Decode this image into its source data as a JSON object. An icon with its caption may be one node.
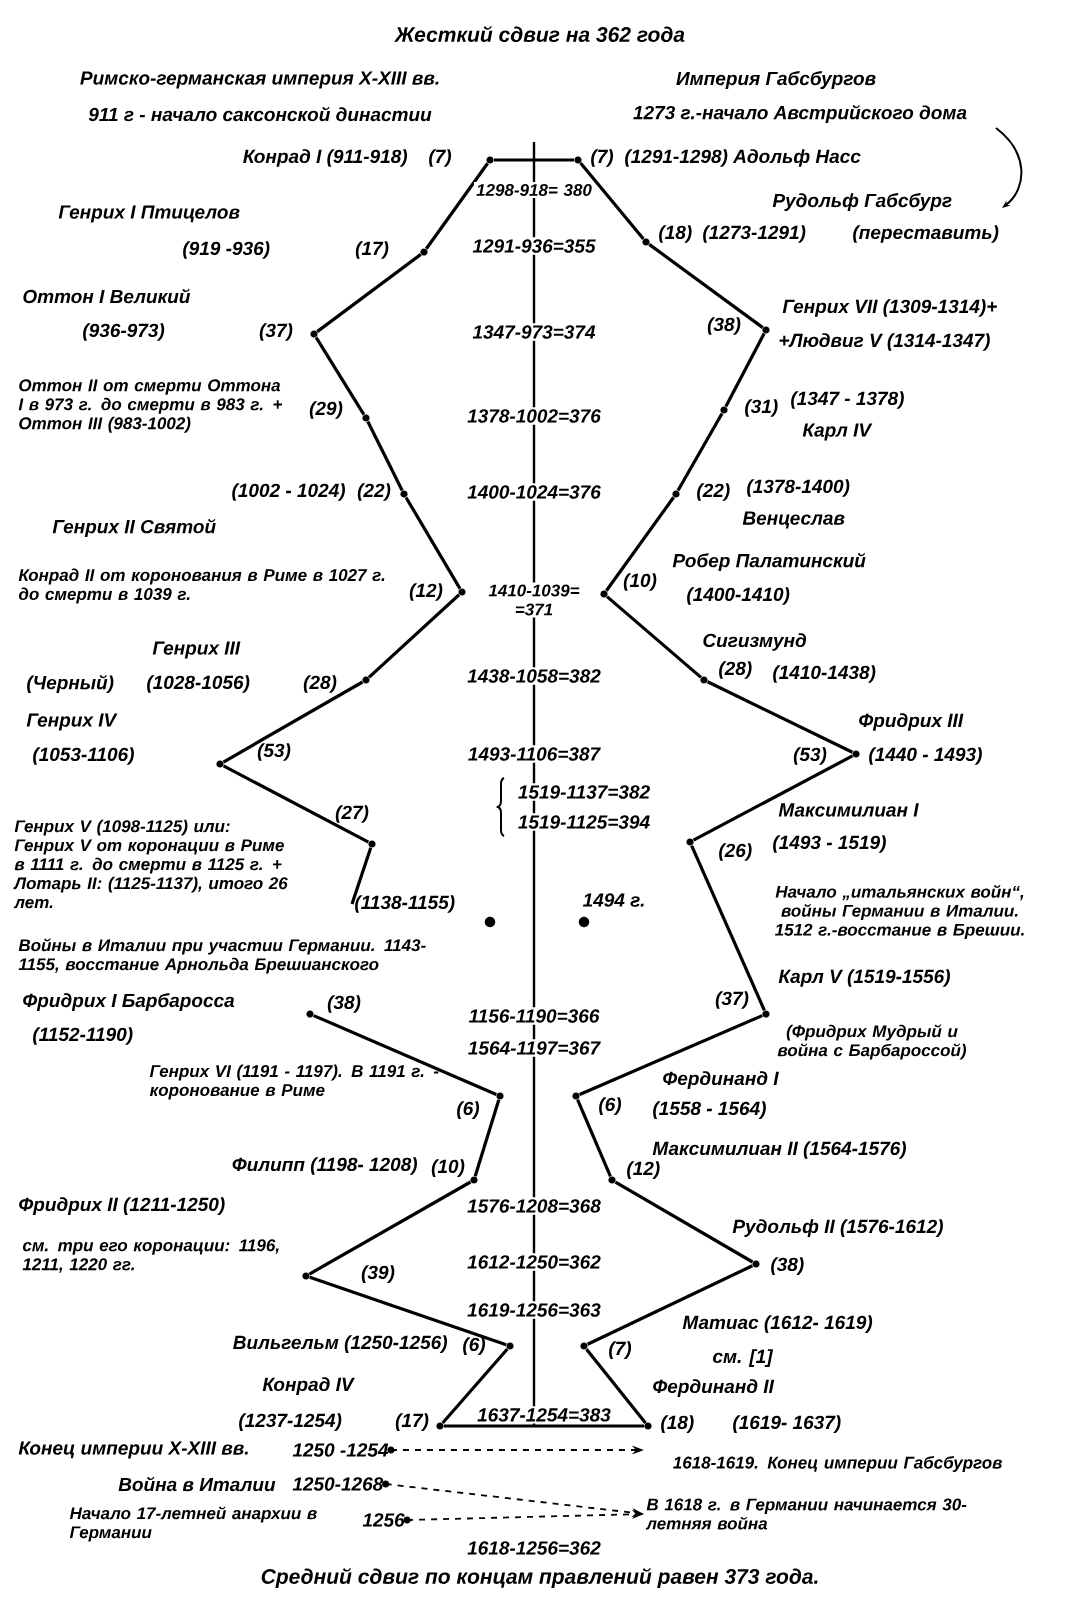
{
  "diagram": {
    "title": "Жесткий сдвиг на 362 года",
    "caption": "Средний сдвиг по концам правлений равен 373 года.",
    "nodes": [
      {
        "text": [],
        "shape": "circle",
        "beside": [
          "Конрад I (911-918)",
          "(7)"
        ]
      },
      {
        "text": [],
        "shape": "circle",
        "beside": [
          "Генрих I Птицелов",
          "(919 -936)",
          "(17)"
        ]
      },
      {
        "text": [],
        "shape": "circle",
        "beside": [
          "Оттон I Великий",
          "(936-973)",
          "(37)"
        ]
      },
      {
        "text": [],
        "shape": "circle",
        "beside": [
          "Оттон II от смерти Оттона I в 973 г. до смерти в 983 г. + Оттон III (983-1002)",
          "(29)"
        ]
      },
      {
        "text": [],
        "shape": "circle",
        "beside": [
          "(1002 - 1024)",
          "(22)",
          "Генрих II Святой"
        ]
      },
      {
        "text": [],
        "shape": "circle",
        "beside": [
          "Конрад II от коронования в Риме в 1027 г. до смерти в 1039 г.",
          "(12)"
        ]
      },
      {
        "text": [],
        "shape": "circle",
        "beside": [
          "Генрих III",
          "(Черный)",
          "(1028-1056)",
          "(28)"
        ]
      },
      {
        "text": [],
        "shape": "circle",
        "beside": [
          "Генрих IV",
          "(1053-1106)",
          "(53)"
        ]
      },
      {
        "text": [],
        "shape": "circle",
        "beside": [
          "Генрих V (1098-1125) или: Генрих V от коронации в Риме в 1111 г. до смерти в 1125 г. + Лотарь II: (1125-1137), итого 26 лет.",
          "(27)"
        ]
      },
      {
        "text": [],
        "shape": "circle",
        "beside": [
          "Фридрих I Барбаросса",
          "(1152-1190)",
          "(38)"
        ]
      },
      {
        "text": [],
        "shape": "circle",
        "beside": [
          "Генрих VI (1191 - 1197). В 1191 г. - коронование в Риме",
          "(6)"
        ]
      },
      {
        "text": [],
        "shape": "circle",
        "beside": [
          "Филипп (1198- 1208)",
          "(10)"
        ]
      },
      {
        "text": [],
        "shape": "circle",
        "beside": [
          "Фридрих II (1211-1250)",
          "см. три его коронации: 1196, 1211, 1220 гг.",
          "(39)"
        ]
      },
      {
        "text": [],
        "shape": "circle",
        "beside": [
          "Вильгельм (1250-1256)",
          "(6)"
        ]
      },
      {
        "text": [],
        "shape": "circle",
        "beside": [
          "Конрад IV",
          "(1237-1254)",
          "(17)"
        ]
      },
      {
        "text": [],
        "shape": "circle",
        "beside": [
          "(7)",
          "(1291-1298) Адольф Насс"
        ]
      },
      {
        "text": [],
        "shape": "circle",
        "beside": [
          "Рудольф Габсбург",
          "(18)",
          "(1273-1291)",
          "(переставить)"
        ]
      },
      {
        "text": [],
        "shape": "circle",
        "beside": [
          "(38)",
          "Генрих VII (1309-1314)+",
          "+Людвиг V (1314-1347)"
        ]
      },
      {
        "text": [],
        "shape": "circle",
        "beside": [
          "(31)",
          "(1347 - 1378)",
          "Карл IV"
        ]
      },
      {
        "text": [],
        "shape": "circle",
        "beside": [
          "(22)",
          "(1378-1400)",
          "Венцеслав"
        ]
      },
      {
        "text": [],
        "shape": "circle",
        "beside": [
          "Робер Палатинский",
          "(10)",
          "(1400-1410)"
        ]
      },
      {
        "text": [],
        "shape": "circle",
        "beside": [
          "Сигизмунд",
          "(28)",
          "(1410-1438)"
        ]
      },
      {
        "text": [],
        "shape": "circle",
        "beside": [
          "Фридрих III",
          "(53)",
          "(1440 - 1493)"
        ]
      },
      {
        "text": [],
        "shape": "circle",
        "beside": [
          "Максимилиан I",
          "(26)",
          "(1493 - 1519)"
        ]
      },
      {
        "text": [],
        "shape": "circle",
        "beside": [
          "Карл V (1519-1556)",
          "(37)",
          "(Фридрих Мудрый и война с Барбароссой)"
        ]
      },
      {
        "text": [],
        "shape": "circle",
        "beside": [
          "(6)",
          "Фердинанд I",
          "(1558 - 1564)"
        ]
      },
      {
        "text": [],
        "shape": "circle",
        "beside": [
          "Максимилиан II (1564-1576)",
          "(12)"
        ]
      },
      {
        "text": [],
        "shape": "circle",
        "beside": [
          "Рудольф II (1576-1612)",
          "(38)"
        ]
      },
      {
        "text": [],
        "shape": "circle",
        "beside": [
          "(7)",
          "Матиас (1612- 1619)",
          "см. [1]"
        ]
      },
      {
        "text": [],
        "shape": "circle",
        "beside": [
          "Фердинанд II",
          "(18)",
          "(1619- 1637)"
        ]
      },
      {
        "text": [
          "Конец империи X-XIII вв.",
          "1250 -1254"
        ]
      },
      {
        "text": [
          "Война в Италии",
          "1250-1268"
        ]
      },
      {
        "text": [
          "Начало 17-летней анархии в Германии",
          "1256"
        ]
      },
      {
        "text": [
          "1618-1619. Конец империи Габсбургов"
        ]
      },
      {
        "text": [
          "В 1618 г. в Германии начинается 30-летняя война"
        ]
      },
      {
        "text": [
          "(1138-1155)"
        ]
      }
    ],
    "edges": [
      {
        "from": 0,
        "to": 15,
        "arrow": "none"
      },
      {
        "from": 0,
        "to": 1,
        "arrow": "none"
      },
      {
        "from": 1,
        "to": 2,
        "arrow": "none"
      },
      {
        "from": 2,
        "to": 3,
        "arrow": "none"
      },
      {
        "from": 3,
        "to": 4,
        "arrow": "none"
      },
      {
        "from": 4,
        "to": 5,
        "arrow": "none"
      },
      {
        "from": 5,
        "to": 6,
        "arrow": "none"
      },
      {
        "from": 6,
        "to": 7,
        "arrow": "none"
      },
      {
        "from": 7,
        "to": 8,
        "arrow": "none"
      },
      {
        "from": 8,
        "to": 35,
        "arrow": "none"
      },
      {
        "from": 9,
        "to": 10,
        "arrow": "none"
      },
      {
        "from": 10,
        "to": 11,
        "arrow": "none"
      },
      {
        "from": 11,
        "to": 12,
        "arrow": "none"
      },
      {
        "from": 12,
        "to": 13,
        "arrow": "none"
      },
      {
        "from": 13,
        "to": 14,
        "arrow": "none"
      },
      {
        "from": 14,
        "to": 29,
        "arrow": "none",
        "label": "1637-1254=383"
      },
      {
        "from": 15,
        "to": 16,
        "arrow": "none"
      },
      {
        "from": 16,
        "to": 17,
        "arrow": "none"
      },
      {
        "from": 17,
        "to": 18,
        "arrow": "none"
      },
      {
        "from": 18,
        "to": 19,
        "arrow": "none"
      },
      {
        "from": 19,
        "to": 20,
        "arrow": "none"
      },
      {
        "from": 20,
        "to": 21,
        "arrow": "none"
      },
      {
        "from": 21,
        "to": 22,
        "arrow": "none"
      },
      {
        "from": 22,
        "to": 23,
        "arrow": "none"
      },
      {
        "from": 23,
        "to": 24,
        "arrow": "none"
      },
      {
        "from": 24,
        "to": 25,
        "arrow": "none"
      },
      {
        "from": 25,
        "to": 26,
        "arrow": "none"
      },
      {
        "from": 26,
        "to": 27,
        "arrow": "none"
      },
      {
        "from": 27,
        "to": 28,
        "arrow": "none"
      },
      {
        "from": 28,
        "to": 29,
        "arrow": "none"
      },
      {
        "from": 30,
        "to": 33,
        "arrow": "to",
        "style": "dashed"
      },
      {
        "from": 31,
        "to": 34,
        "arrow": "to",
        "style": "dashed"
      },
      {
        "from": 32,
        "to": 34,
        "arrow": "to",
        "style": "dashed"
      }
    ],
    "labels": [
      "Римско-германская империя X-XIII вв.",
      "911 г - начало саксонской династии",
      "Империя Габсбургов",
      "1273 г.-начало Австрийского дома",
      "1298-918= 380",
      "1291-936=355",
      "1347-973=374",
      "1378-1002=376",
      "1400-1024=376",
      "1410-1039= =371",
      "1438-1058=382",
      "1493-1106=387",
      "1519-1137=382",
      "1519-1125=394",
      "1494 г.",
      "Войны в Италии при участии Германии. 1143-1155, восстание Арнольда Брешианского",
      "Начало „итальянских войн“, войны Германии в Италии. 1512 г.-восстание в Брешии.",
      "1156-1190=366",
      "1564-1197=367",
      "1576-1208=368",
      "1612-1250=362",
      "1619-1256=363",
      "1618-1256=362"
    ]
  }
}
